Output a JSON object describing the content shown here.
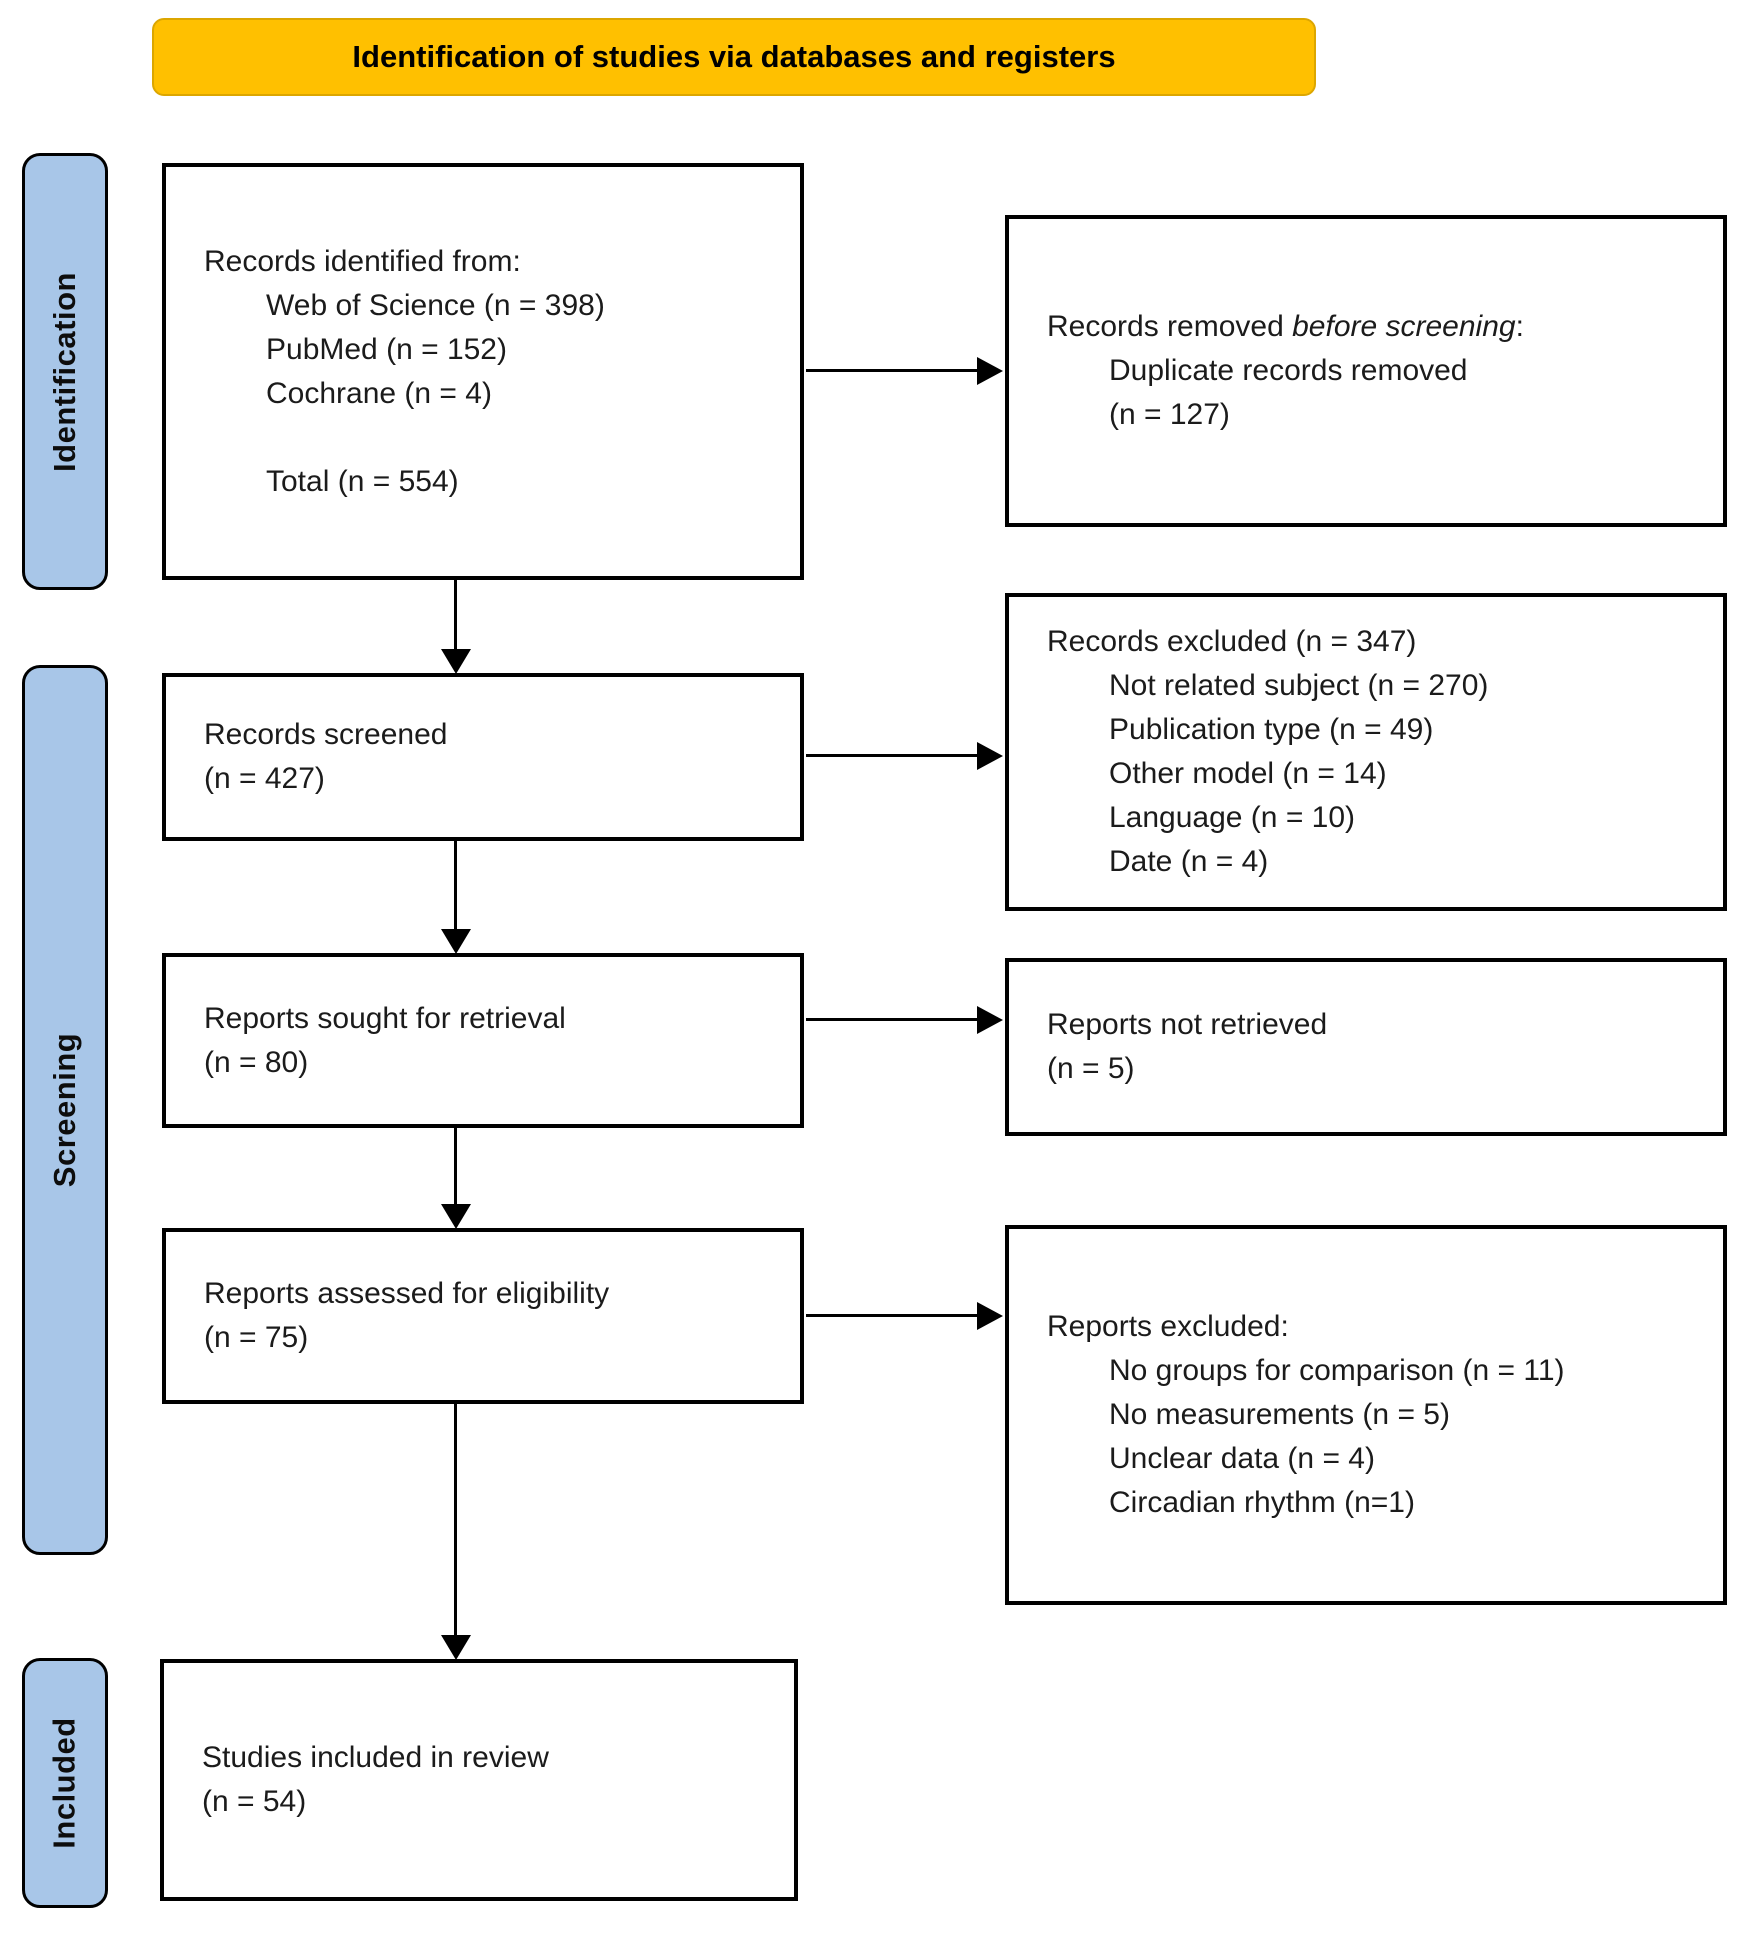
{
  "title_banner": "Identification of studies via databases and registers",
  "colors": {
    "banner_fill": "#FFC000",
    "stage_fill": "#A8C6E8",
    "box_fill": "#FFFFFF",
    "border": "#000000"
  },
  "stages": {
    "identification": "Identification",
    "screening": "Screening",
    "included": "Included"
  },
  "flow_boxes": {
    "records_identified": {
      "heading": "Records identified from:",
      "items": [
        "Web of Science (n = 398)",
        "PubMed (n = 152)",
        "Cochrane (n = 4)"
      ],
      "total": "Total (n = 554)"
    },
    "records_screened": {
      "line1": "Records screened",
      "line2": "(n = 427)"
    },
    "reports_sought": {
      "line1": "Reports sought for retrieval",
      "line2": "(n = 80)"
    },
    "reports_assessed": {
      "line1": "Reports assessed for eligibility",
      "line2": "(n = 75)"
    },
    "studies_included": {
      "line1": "Studies included in review",
      "line2": "(n = 54)"
    }
  },
  "exclusion_boxes": {
    "records_removed": {
      "heading_prefix": "Records removed ",
      "heading_italic": "before screening",
      "heading_suffix": ":",
      "items": [
        "Duplicate records removed",
        "(n = 127)"
      ]
    },
    "records_excluded": {
      "heading": "Records excluded (n = 347)",
      "items": [
        "Not related subject (n = 270)",
        "Publication type (n = 49)",
        "Other model (n = 14)",
        "Language (n = 10)",
        "Date (n = 4)"
      ]
    },
    "reports_not_retrieved": {
      "line1": "Reports not retrieved",
      "line2": "(n = 5)"
    },
    "reports_excluded": {
      "heading": "Reports excluded:",
      "items": [
        "No groups for comparison (n = 11)",
        "No measurements (n = 5)",
        "Unclear data (n = 4)",
        "Circadian rhythm (n=1)"
      ]
    }
  }
}
